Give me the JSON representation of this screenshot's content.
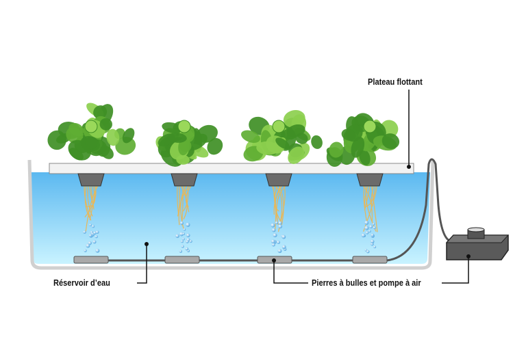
{
  "labels": {
    "tray": "Plateau flottant",
    "reservoir": "Réservoir d’eau",
    "stones_pump": "Pierres à bulles et pompe à air"
  },
  "plants": [
    {
      "name": "lettuce-1"
    },
    {
      "name": "lettuce-2"
    },
    {
      "name": "lettuce-3"
    },
    {
      "name": "lettuce-4"
    }
  ],
  "colors": {
    "water_top": "#5bb8f0",
    "water_bottom": "#c9f3ff",
    "tank": "#d0d0d0",
    "tray": "#f2f2f2",
    "cup": "#6b6b6b",
    "stone": "#a9a9a9",
    "hose": "#555555",
    "pump": "#5a5a5a",
    "roots": "#e6b85c",
    "lettuce_dark": "#3f8f25",
    "lettuce_light": "#8ccf4e"
  }
}
